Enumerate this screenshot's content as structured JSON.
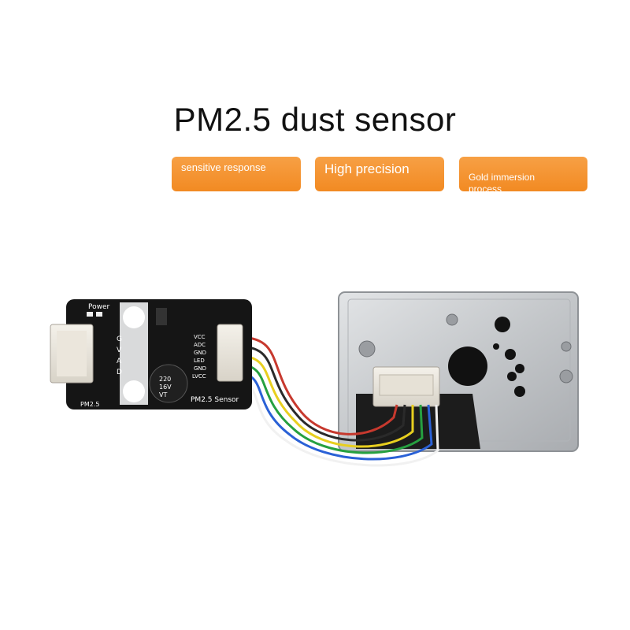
{
  "title": "PM2.5 dust sensor",
  "features": [
    {
      "label": "sensitive response"
    },
    {
      "label": "High precision"
    },
    {
      "label": "Gold immersion\nprocess"
    }
  ],
  "board": {
    "power_label": "Power",
    "side_pins": [
      "G",
      "V",
      "A",
      "D"
    ],
    "pin_labels": [
      "VCC",
      "ADC",
      "GND",
      "LED",
      "GND",
      "LVCC"
    ],
    "name_label": "PM2.5 Sensor",
    "corner_label": "PM2.5",
    "capacitor_text": [
      "220",
      "16V",
      "VT"
    ]
  },
  "colors": {
    "badge": "#f28a22",
    "pcb": "#151515",
    "sensor_metal": "#c9cbcd"
  }
}
